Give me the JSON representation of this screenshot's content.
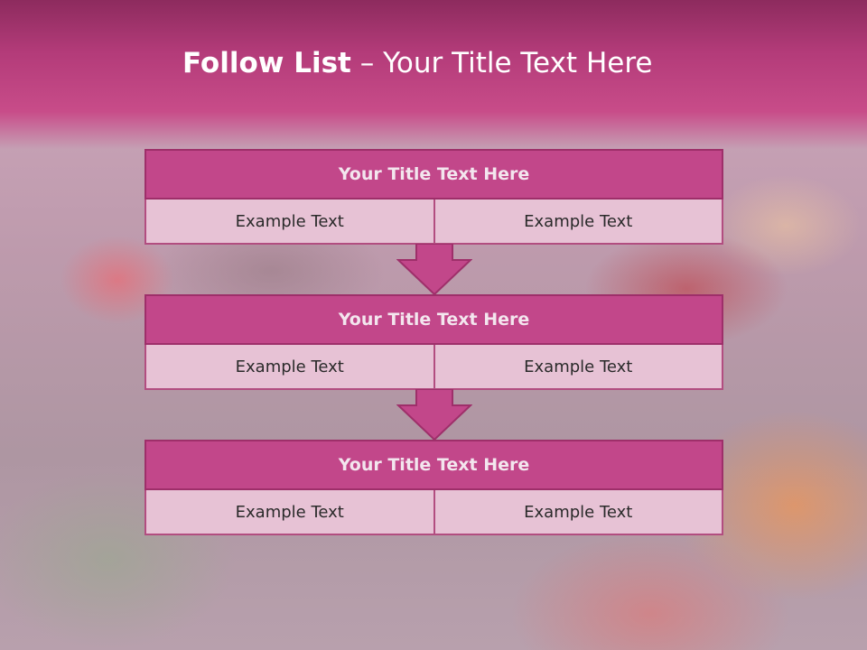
{
  "title": {
    "bold": "Follow List",
    "rest": " – Your Title Text Here"
  },
  "blocks": [
    {
      "title": "Your Title Text Here",
      "left": "Example Text",
      "right": "Example Text"
    },
    {
      "title": "Your Title Text Here",
      "left": "Example Text",
      "right": "Example Text"
    },
    {
      "title": "Your Title Text Here",
      "left": "Example Text",
      "right": "Example Text"
    }
  ],
  "colors": {
    "header": "#b33b79",
    "block_title": "#c2478a",
    "block_cell": "#e7c2d5",
    "arrow": "#c2478a"
  }
}
